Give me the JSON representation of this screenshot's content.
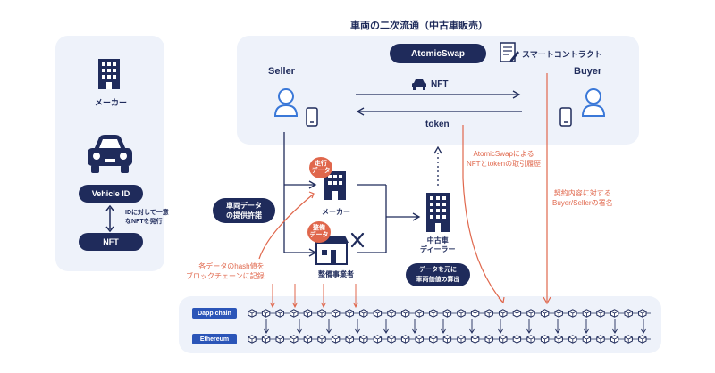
{
  "title": "車両の二次流通（中古車販売）",
  "left": {
    "maker_label": "メーカー",
    "vehicle_id": "Vehicle ID",
    "nft": "NFT",
    "issue_note": "IDに対して一意\nなNFTを発行"
  },
  "top": {
    "atomic_swap": "AtomicSwap",
    "smart_contract": "スマートコントラクト",
    "seller": "Seller",
    "buyer": "Buyer",
    "nft_flow": "NFT",
    "token_flow": "token"
  },
  "center": {
    "data_permission": "車両データ\nの提供許諾",
    "driving_data": "走行\nデータ",
    "maker": "メーカー",
    "maintenance_data": "整備\nデータ",
    "maintenance_company": "整備事業者",
    "used_dealer": "中古車\nディーラー",
    "price_calc": "データを元に\n車両価値の算出"
  },
  "notes": {
    "hash_record": "各データのhash値を\nブロックチェーンに記録",
    "atomic_note": "AtomicSwapによる\nNFTとtokenの取引履歴",
    "signature_note": "契約内容に対する\nBuyer/Sellerの署名"
  },
  "chains": {
    "dapp": "Dapp chain",
    "ethereum": "Ethereum"
  },
  "colors": {
    "navy": "#1f2b5b",
    "accent": "#e0674c",
    "panel": "#eef2fa",
    "user_blue": "#3a78d8"
  }
}
